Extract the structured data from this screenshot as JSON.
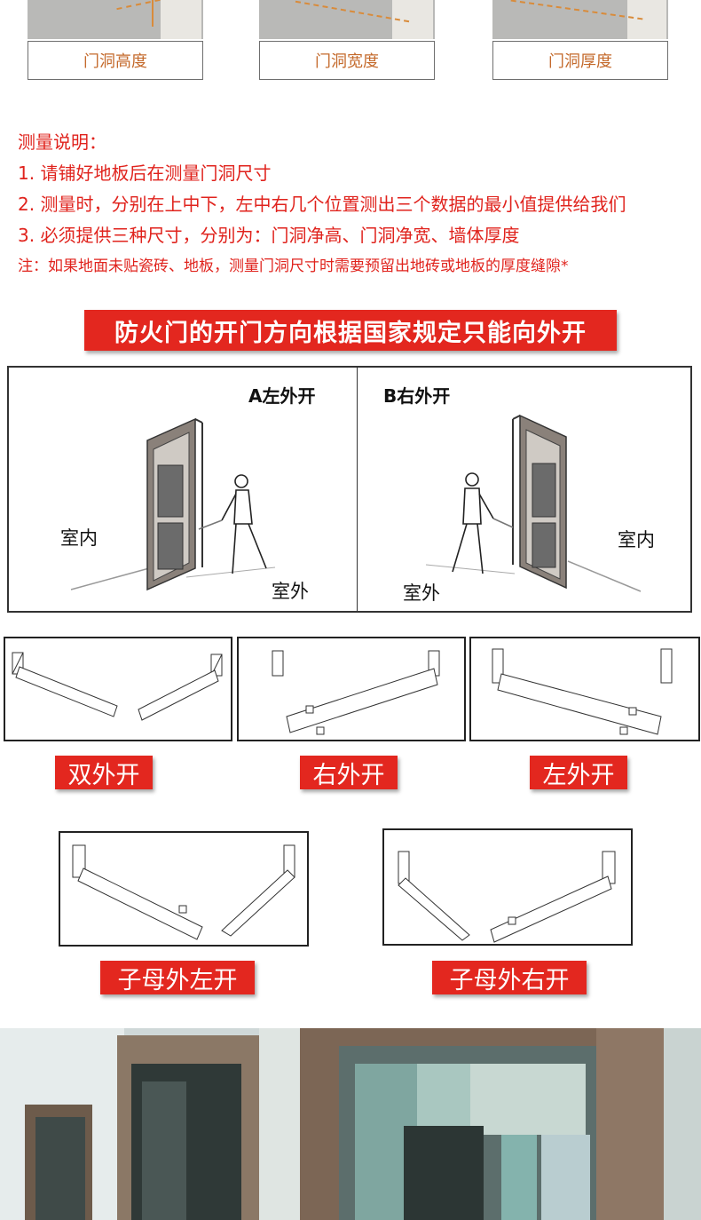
{
  "measure_cards": [
    {
      "label": "门洞高度"
    },
    {
      "label": "门洞宽度"
    },
    {
      "label": "门洞厚度"
    }
  ],
  "notes": {
    "heading": "测量说明：",
    "items": [
      "1. 请铺好地板后在测量门洞尺寸",
      "2. 测量时，分别在上中下，左中右几个位置测出三个数据的最小值提供给我们",
      "3. 必须提供三种尺寸，分别为：门洞净高、门洞净宽、墙体厚度"
    ],
    "footnote": "注：如果地面未贴瓷砖、地板，测量门洞尺寸时需要预留出地砖或地板的厚度缝隙*"
  },
  "banner": {
    "text": "防火门的开门方向根据国家规定只能向外开"
  },
  "door_diagram": {
    "left": {
      "title": "A左外开",
      "inside": "室内",
      "outside": "室外"
    },
    "right": {
      "title": "B右外开",
      "inside": "室内",
      "outside": "室外"
    }
  },
  "opening_types": [
    {
      "label": "双外开"
    },
    {
      "label": "右外开"
    },
    {
      "label": "左外开"
    },
    {
      "label": "子母外左开"
    },
    {
      "label": "子母外右开"
    }
  ],
  "colors": {
    "accent_red": "#e3271f",
    "label_orange": "#c46a2c"
  }
}
